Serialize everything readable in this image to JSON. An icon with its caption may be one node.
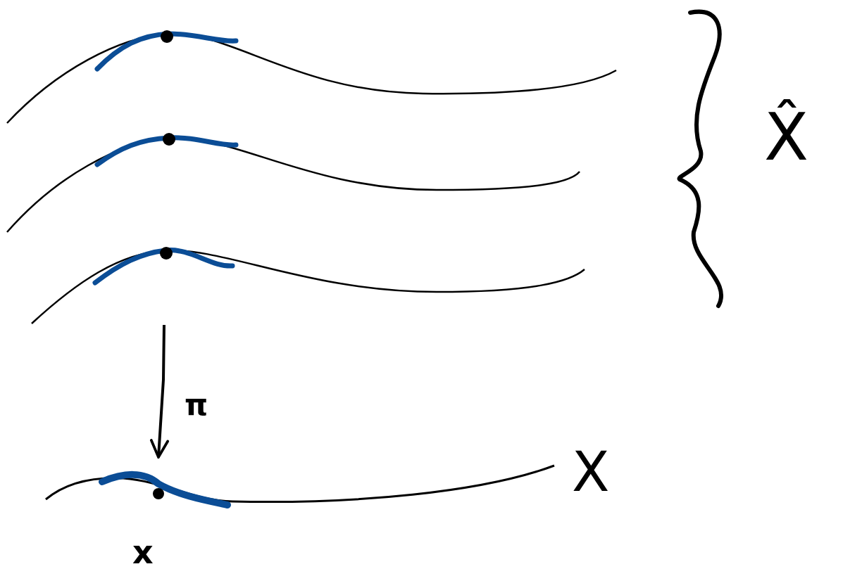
{
  "diagram": {
    "nodes": [
      {
        "text": [],
        "shape": "picture",
        "beside": [
          "X̂"
        ]
      },
      {
        "text": [],
        "shape": "picture",
        "beside": [
          "X"
        ]
      }
    ],
    "edges": [
      {
        "from": 0,
        "to": 1,
        "arrow": "to",
        "label": "π"
      }
    ],
    "labels": [
      "x"
    ]
  }
}
